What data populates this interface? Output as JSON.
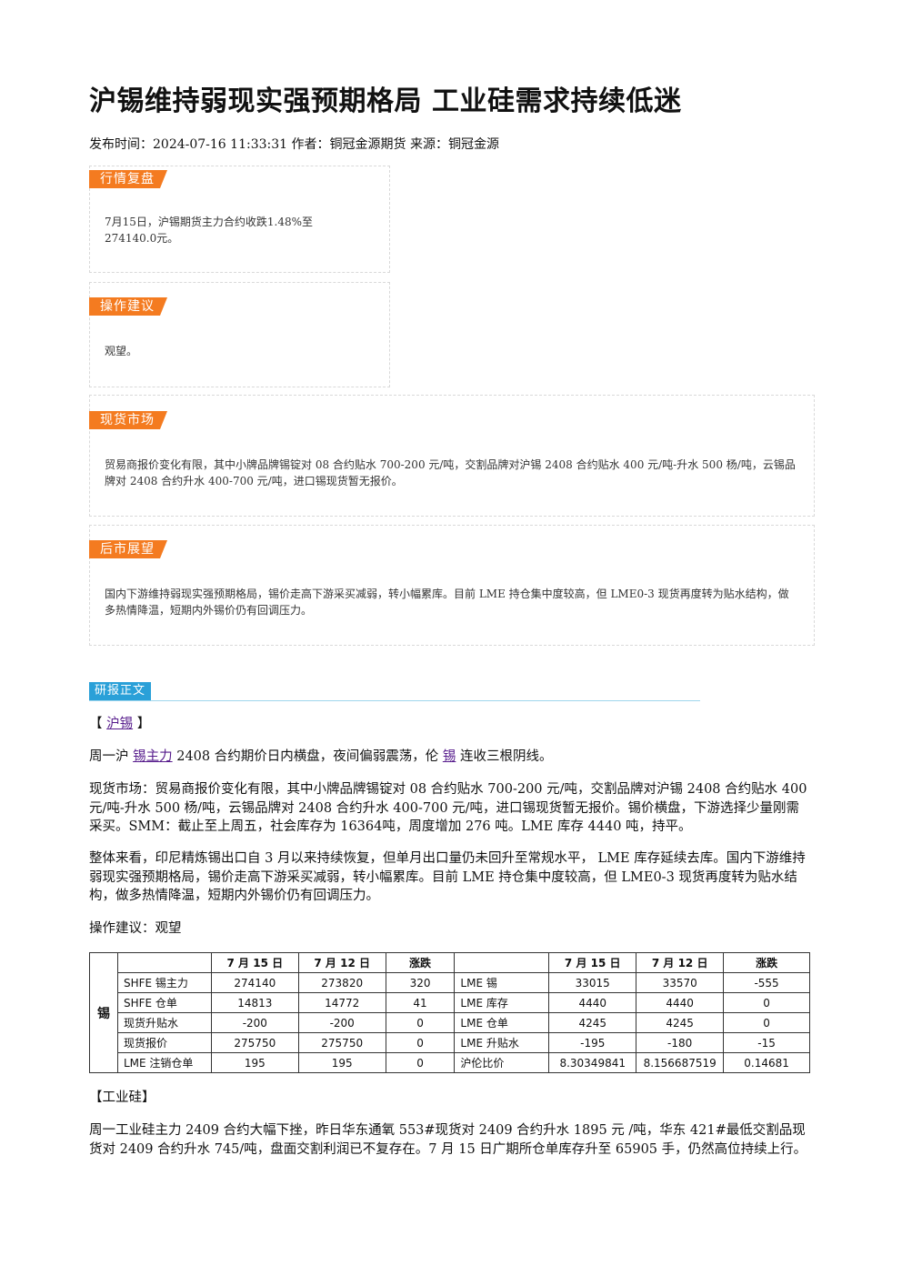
{
  "title": "沪锡维持弱现实强预期格局 工业硅需求持续低迷",
  "meta": "发布时间：2024-07-16 11:33:31 作者：铜冠金源期货 来源：铜冠金源",
  "boxes": {
    "market_review": {
      "tag": "行情复盘",
      "text": "7月15日，沪锡期货主力合约收跌1.48%至274140.0元。"
    },
    "operation": {
      "tag": "操作建议",
      "text": "观望。"
    },
    "spot": {
      "tag": "现货市场",
      "text": "贸易商报价变化有限，其中小牌品牌锡锭对 08 合约贴水 700-200 元/吨，交割品牌对沪锡 2408 合约贴水 400 元/吨-升水 500 杨/吨，云锡品牌对 2408 合约升水 400-700 元/吨，进口锡现货暂无报价。"
    },
    "outlook": {
      "tag": "后市展望",
      "text": "国内下游维持弱现实强预期格局，锡价走高下游采买减弱，转小幅累库。目前 LME 持仓集中度较高，但 LME0-3 现货再度转为贴水结构，做多热情降温，短期内外锡价仍有回调压力。"
    }
  },
  "section_label": "研报正文",
  "tin_heading": {
    "open": "【 ",
    "link": "沪锡",
    "close": " 】"
  },
  "para1": {
    "a": "周一沪 ",
    "link1": "锡主力",
    "b": " 2408 合约期价日内横盘，夜间偏弱震荡，伦 ",
    "link2": "锡",
    "c": " 连收三根阴线。"
  },
  "para2": "现货市场：贸易商报价变化有限，其中小牌品牌锡锭对 08 合约贴水 700-200 元/吨，交割品牌对沪锡 2408 合约贴水 400 元/吨-升水 500 杨/吨，云锡品牌对 2408 合约升水 400-700 元/吨，进口锡现货暂无报价。锡价横盘，下游选择少量刚需采买。SMM：截止至上周五，社会库存为 16364吨，周度增加 276 吨。LME 库存 4440 吨，持平。",
  "para3": "整体来看，印尼精炼锡出口自 3 月以来持续恢复，但单月出口量仍未回升至常规水平， LME 库存延续去库。国内下游维持弱现实强预期格局，锡价走高下游采买减弱，转小幅累库。目前 LME 持仓集中度较高，但 LME0-3 现货再度转为贴水结构，做多热情降温，短期内外锡价仍有回调压力。",
  "para4": "操作建议：观望",
  "table": {
    "metal": "锡",
    "headers": [
      "",
      "7 月 15 日",
      "7 月 12 日",
      "涨跌",
      "",
      "7 月 15 日",
      "7 月 12 日",
      "涨跌"
    ],
    "rows": [
      [
        "SHFE 锡主力",
        "274140",
        "273820",
        "320",
        "LME 锡",
        "33015",
        "33570",
        "-555"
      ],
      [
        "SHFE 仓单",
        "14813",
        "14772",
        "41",
        "LME 库存",
        "4440",
        "4440",
        "0"
      ],
      [
        "现货升贴水",
        "-200",
        "-200",
        "0",
        "LME 仓单",
        "4245",
        "4245",
        "0"
      ],
      [
        "现货报价",
        "275750",
        "275750",
        "0",
        "LME 升贴水",
        "-195",
        "-180",
        "-15"
      ],
      [
        "LME 注销仓单",
        "195",
        "195",
        "0",
        "沪伦比价",
        "8.30349841",
        "8.156687519",
        "0.14681"
      ]
    ]
  },
  "silicon_heading": "【工业硅】",
  "para5": "周一工业硅主力 2409 合约大幅下挫，昨日华东通氧 553#现货对 2409 合约升水 1895 元 /吨，华东 421#最低交割品现货对 2409 合约升水 745/吨，盘面交割利润已不复存在。7 月 15 日广期所仓单库存升至 65905 手，仍然高位持续上行。"
}
